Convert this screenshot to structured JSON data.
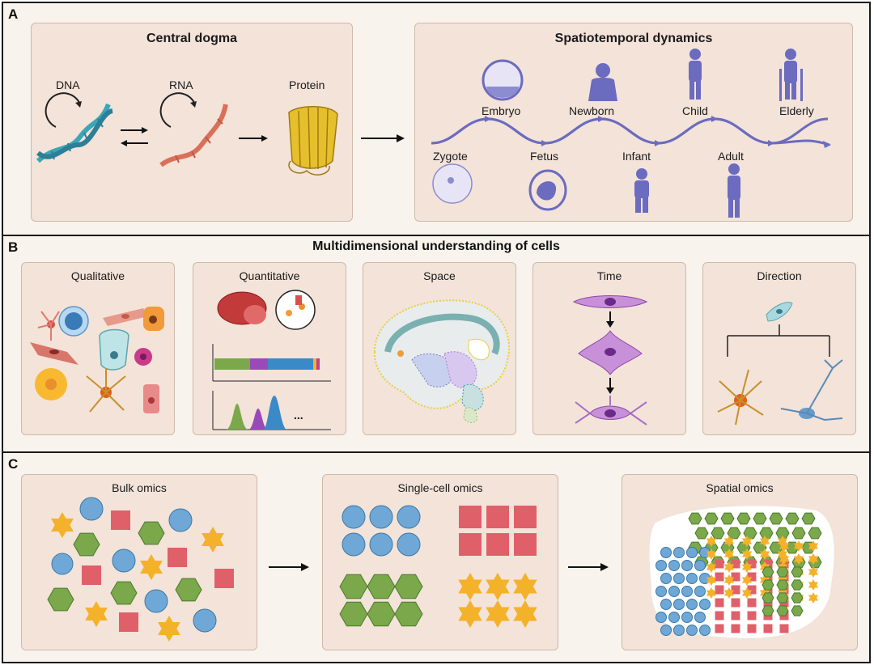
{
  "panel_a": {
    "label": "A",
    "central_dogma": {
      "title": "Central dogma",
      "dna": "DNA",
      "rna": "RNA",
      "protein": "Protein"
    },
    "spatiotemporal": {
      "title": "Spatiotemporal dynamics",
      "stages_top": [
        "Embryo",
        "Newborn",
        "Child",
        "Elderly"
      ],
      "stages_bottom": [
        "Zygote",
        "Fetus",
        "Infant",
        "Adult"
      ]
    }
  },
  "panel_b": {
    "label": "B",
    "title": "Multidimensional understanding of cells",
    "boxes": [
      "Qualitative",
      "Quantitative",
      "Space",
      "Time",
      "Direction"
    ],
    "ellipsis": "..."
  },
  "panel_c": {
    "label": "C",
    "boxes": [
      "Bulk omics",
      "Single-cell omics",
      "Spatial omics"
    ]
  },
  "colors": {
    "purple": "#6b6bbf",
    "circle": "#6fa8d6",
    "square": "#e0606a",
    "hexagon": "#7aa84a",
    "star": "#f4b12a",
    "panel_bg": "#f3e3d9"
  }
}
